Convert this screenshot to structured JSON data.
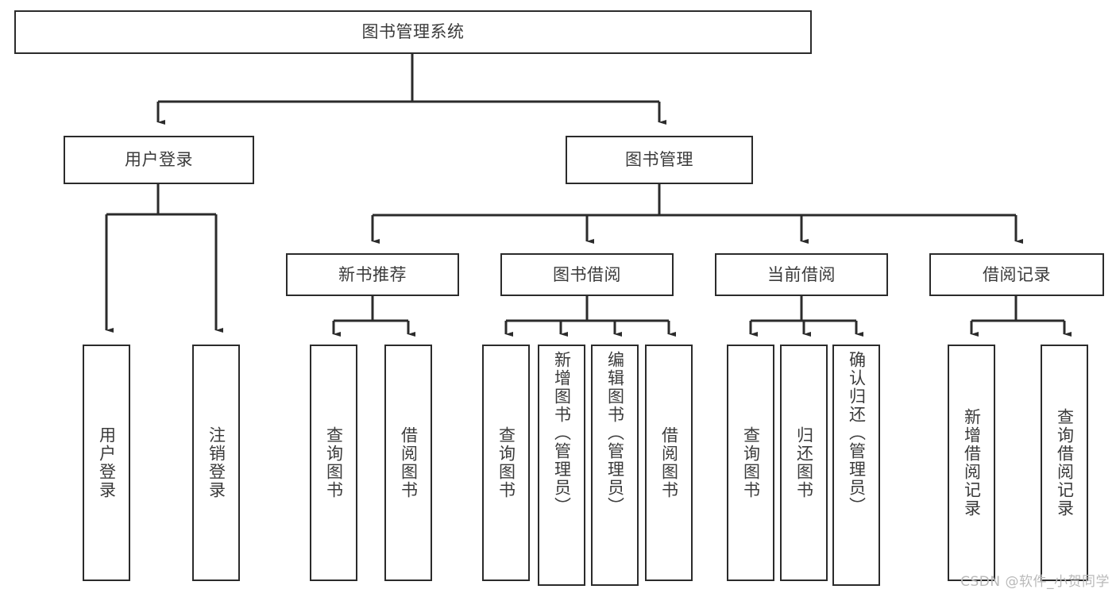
{
  "diagram": {
    "type": "tree",
    "title": "图书管理系统",
    "stroke_color": "#2b2b2b",
    "text_color": "#3b3b3b",
    "background_color": "#ffffff",
    "root": {
      "id": "root",
      "label": "图书管理系统"
    },
    "level2": [
      {
        "id": "user-login",
        "label": "用户登录"
      },
      {
        "id": "book-manage",
        "label": "图书管理"
      }
    ],
    "level3": [
      {
        "id": "new-book-recommend",
        "label": "新书推荐",
        "parent": "book-manage"
      },
      {
        "id": "book-borrow",
        "label": "图书借阅",
        "parent": "book-manage"
      },
      {
        "id": "current-borrow",
        "label": "当前借阅",
        "parent": "book-manage"
      },
      {
        "id": "borrow-record",
        "label": "借阅记录",
        "parent": "book-manage"
      }
    ],
    "leaves": [
      {
        "id": "leaf-user-login",
        "label": "用户登录",
        "parent": "user-login"
      },
      {
        "id": "leaf-logout",
        "label": "注销登录",
        "parent": "user-login"
      },
      {
        "id": "leaf-query-book-1",
        "label": "查询图书",
        "parent": "new-book-recommend"
      },
      {
        "id": "leaf-borrow-book-1",
        "label": "借阅图书",
        "parent": "new-book-recommend"
      },
      {
        "id": "leaf-query-book-2",
        "label": "查询图书",
        "parent": "book-borrow"
      },
      {
        "id": "leaf-add-book",
        "label": "新增图书（管理员）",
        "parent": "book-borrow"
      },
      {
        "id": "leaf-edit-book",
        "label": "编辑图书（管理员）",
        "parent": "book-borrow"
      },
      {
        "id": "leaf-borrow-book-2",
        "label": "借阅图书",
        "parent": "book-borrow"
      },
      {
        "id": "leaf-query-book-3",
        "label": "查询图书",
        "parent": "current-borrow"
      },
      {
        "id": "leaf-return-book",
        "label": "归还图书",
        "parent": "current-borrow"
      },
      {
        "id": "leaf-confirm-return",
        "label": "确认归还（管理员）",
        "parent": "current-borrow"
      },
      {
        "id": "leaf-add-record",
        "label": "新增借阅记录",
        "parent": "borrow-record"
      },
      {
        "id": "leaf-query-record",
        "label": "查询借阅记录",
        "parent": "borrow-record"
      }
    ]
  },
  "watermark": {
    "text": "CSDN @软件_小贺同学"
  }
}
